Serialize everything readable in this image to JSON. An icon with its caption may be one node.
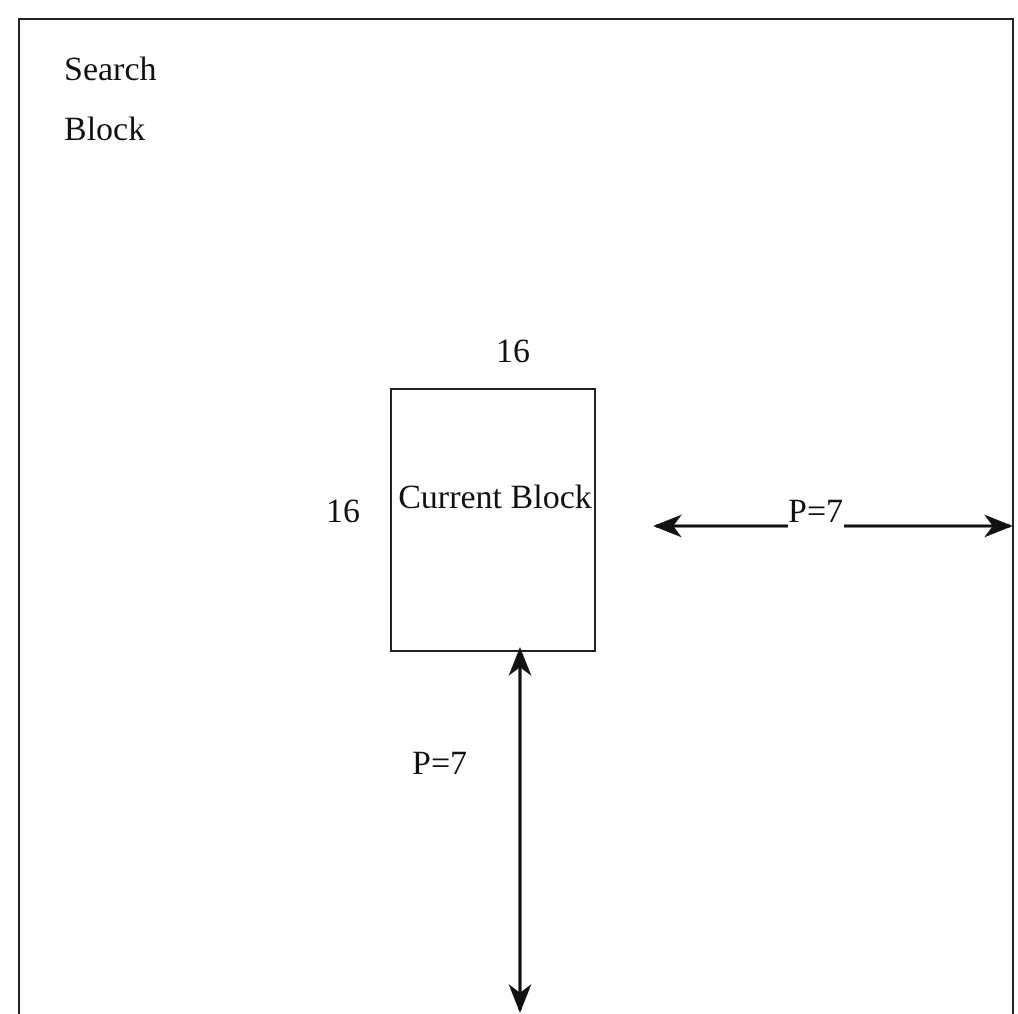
{
  "diagram": {
    "nodes": [
      {
        "text": [
          "Search Block"
        ]
      },
      {
        "text": [
          "Current Block"
        ],
        "in": 0
      }
    ],
    "edges": [],
    "labels": [
      "16",
      "16",
      "P=7",
      "P=7"
    ]
  }
}
